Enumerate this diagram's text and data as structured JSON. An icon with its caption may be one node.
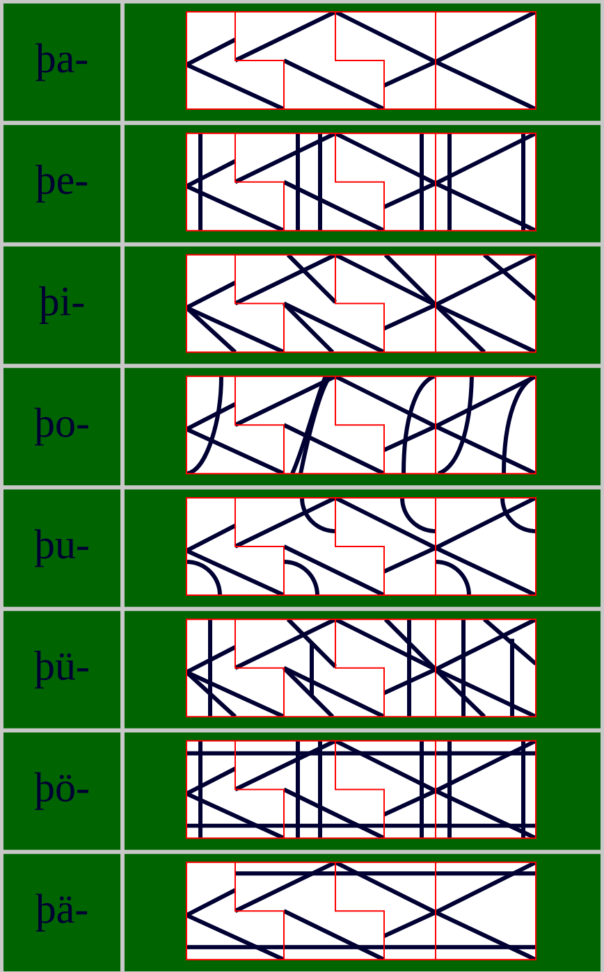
{
  "diagram": {
    "labels": [
      "þa-",
      "þe-",
      "þi-",
      "þo-",
      "þu-",
      "þü-",
      "þö-",
      "þä-"
    ]
  }
}
